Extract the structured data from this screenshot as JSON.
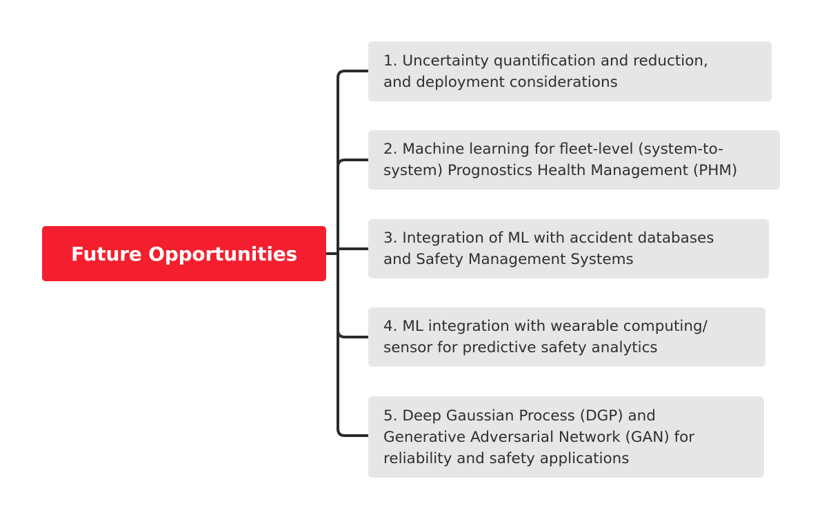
{
  "colors": {
    "root_fill": "#f41f2e",
    "root_text": "#ffffff",
    "child_fill": "#e6e6e6",
    "child_text": "#2f2f2f",
    "connector": "#2a2a2a"
  },
  "root": {
    "label": "Future Opportunities"
  },
  "children": [
    {
      "label": "1. Uncertainty quantification and reduction,\nand deployment considerations"
    },
    {
      "label": "2. Machine learning for fleet-level (system-to-\nsystem) Prognostics Health Management (PHM)"
    },
    {
      "label": "3. Integration of ML with accident databases\nand Safety Management Systems"
    },
    {
      "label": "4. ML integration with wearable computing/\nsensor for predictive safety analytics"
    },
    {
      "label": "5. Deep Gaussian Process (DGP) and\nGenerative Adversarial Network (GAN) for\nreliability and safety applications"
    }
  ]
}
